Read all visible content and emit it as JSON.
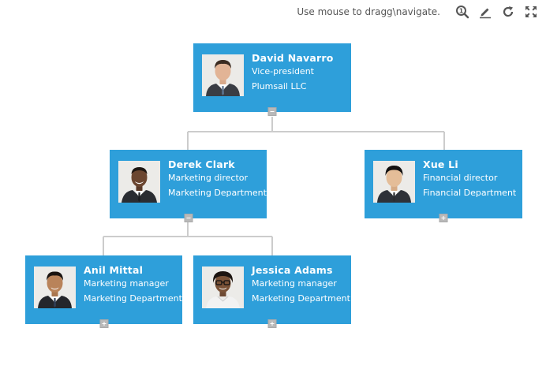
{
  "toolbar": {
    "hint": "Use mouse to dragg\\navigate.",
    "tools": [
      {
        "icon": "zoom-icon"
      },
      {
        "icon": "edit-icon"
      },
      {
        "icon": "refresh-icon"
      },
      {
        "icon": "fullscreen-icon"
      }
    ]
  },
  "colors": {
    "node_bg": "#2e9fda",
    "connector": "#cccccc",
    "toggle": "#b9b9b9"
  },
  "nodes": {
    "david": {
      "name": "David Navarro",
      "title": "Vice-president",
      "department": "Plumsail LLC",
      "toggle": "collapse"
    },
    "derek": {
      "name": "Derek Clark",
      "title": "Marketing director",
      "department": "Marketing Department",
      "toggle": "collapse"
    },
    "xue": {
      "name": "Xue Li",
      "title": "Financial director",
      "department": "Financial Department",
      "toggle": "expand"
    },
    "anil": {
      "name": "Anil Mittal",
      "title": "Marketing manager",
      "department": "Marketing Department",
      "toggle": "expand"
    },
    "jessica": {
      "name": "Jessica Adams",
      "title": "Marketing manager",
      "department": "Marketing Department",
      "toggle": "expand"
    }
  }
}
